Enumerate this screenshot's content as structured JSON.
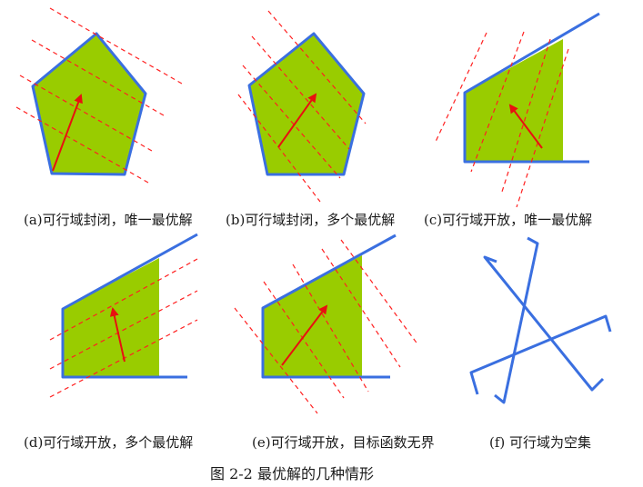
{
  "figure": {
    "title": "图 2-2  最优解的几种情形",
    "colors": {
      "region_fill": "#99cc00",
      "boundary": "#3a6fe0",
      "level_line": "#ff2020",
      "gradient_arrow": "#e81010"
    },
    "panels": [
      {
        "id": "a",
        "caption": "(a)可行域封闭，唯一最优解"
      },
      {
        "id": "b",
        "caption": "(b)可行域封闭，多个最优解"
      },
      {
        "id": "c",
        "caption": "(c)可行域开放，唯一最优解"
      },
      {
        "id": "d",
        "caption": "(d)可行域开放，多个最优解"
      },
      {
        "id": "e",
        "caption": "(e)可行域开放，目标函数无界"
      },
      {
        "id": "f",
        "caption": "(f) 可行域为空集"
      }
    ]
  }
}
